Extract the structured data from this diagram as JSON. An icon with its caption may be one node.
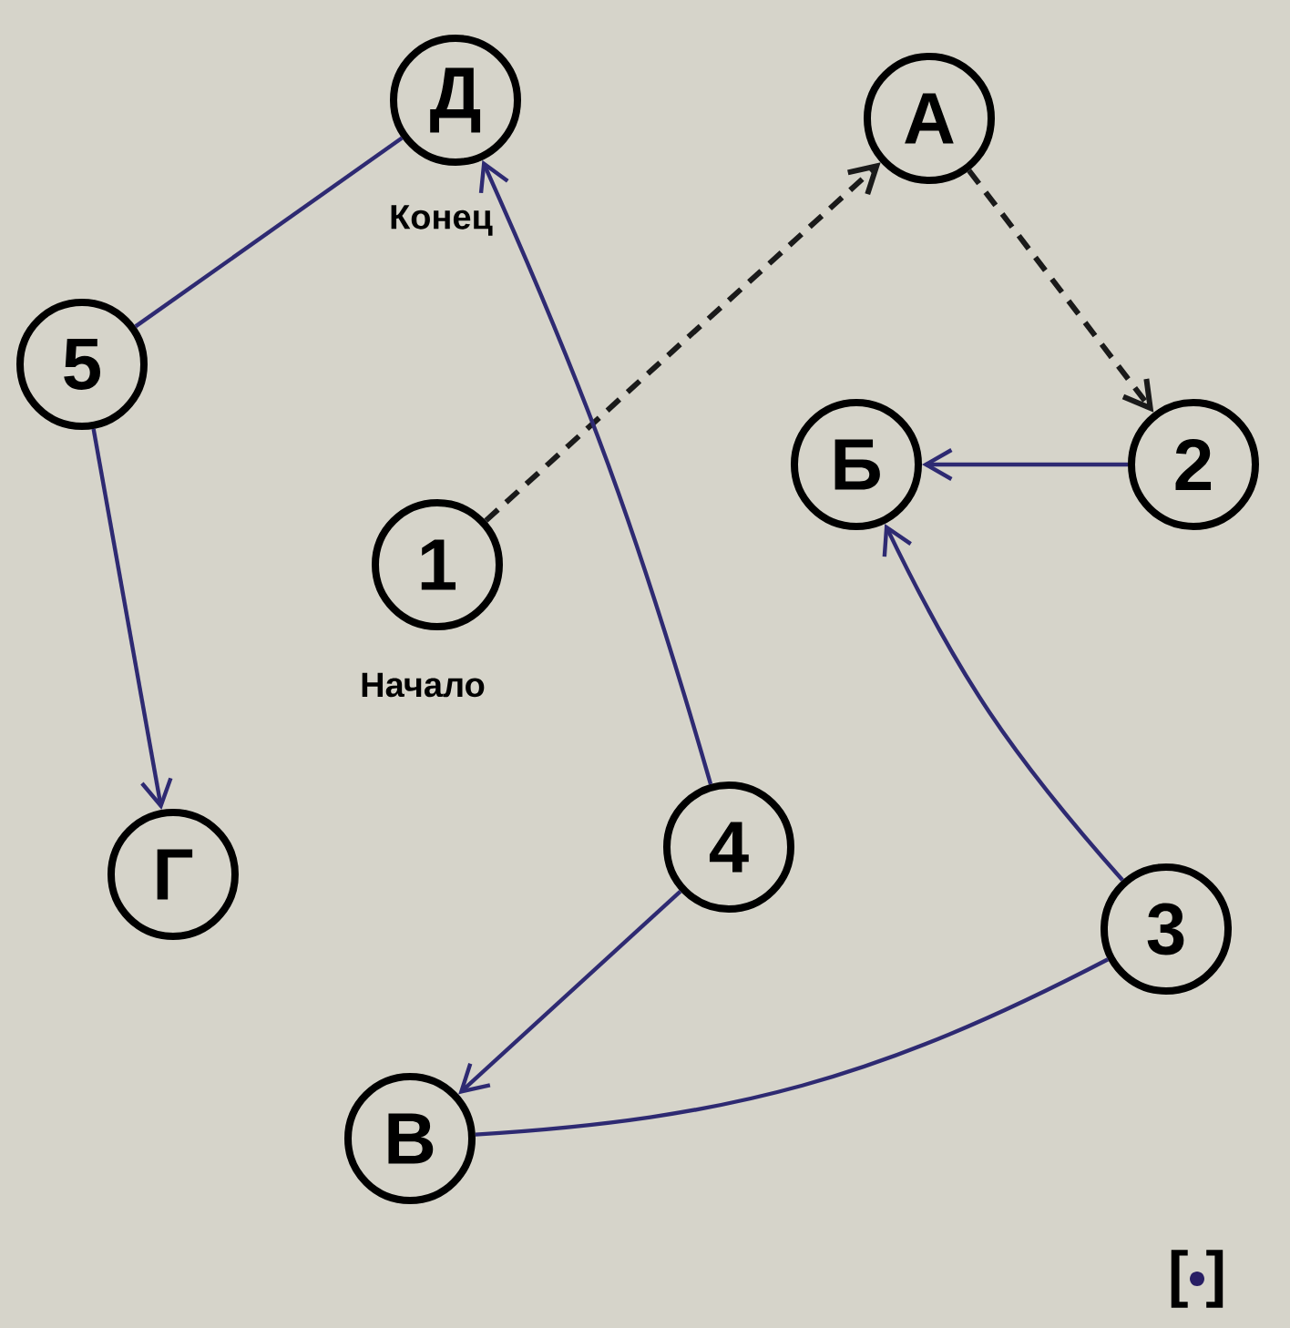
{
  "diagram": {
    "nodes": [
      {
        "text": [
          "Д"
        ],
        "beside": [
          "Конец"
        ]
      },
      {
        "text": [
          "А"
        ]
      },
      {
        "text": [
          "5"
        ]
      },
      {
        "text": [
          "Б"
        ]
      },
      {
        "text": [
          "2"
        ]
      },
      {
        "text": [
          "1"
        ],
        "beside": [
          "Начало"
        ]
      },
      {
        "text": [
          "Г"
        ]
      },
      {
        "text": [
          "4"
        ]
      },
      {
        "text": [
          "3"
        ]
      },
      {
        "text": [
          "В"
        ]
      }
    ],
    "edges": [
      {
        "from": 5,
        "to": 1,
        "arrow": "to",
        "style": "dashed",
        "color": "#1a1a1a"
      },
      {
        "from": 1,
        "to": 4,
        "arrow": "to",
        "style": "dashed",
        "color": "#1a1a1a"
      },
      {
        "from": 4,
        "to": 3,
        "arrow": "to"
      },
      {
        "from": 8,
        "to": 3,
        "arrow": "to"
      },
      {
        "from": 8,
        "to": 9,
        "arrow": "none"
      },
      {
        "from": 7,
        "to": 9,
        "arrow": "to"
      },
      {
        "from": 7,
        "to": 0,
        "arrow": "to"
      },
      {
        "from": 2,
        "to": 0,
        "arrow": "none"
      },
      {
        "from": 2,
        "to": 6,
        "arrow": "to"
      }
    ],
    "labels": [
      "[ ]"
    ]
  }
}
